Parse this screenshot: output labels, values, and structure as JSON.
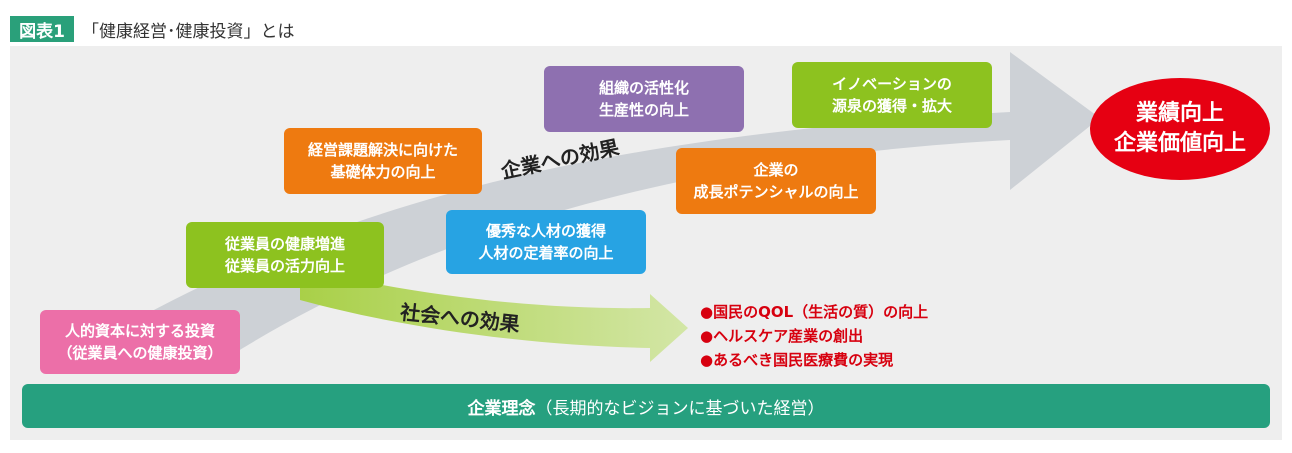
{
  "header": {
    "figure_label": "図表1",
    "title": "「健康経営･健康投資」とは"
  },
  "arrows": {
    "company_label": "企業への効果",
    "society_label": "社会への効果"
  },
  "boxes": {
    "investment": {
      "lines": [
        "人的資本に対する投資",
        "（従業員への健康投資）"
      ]
    },
    "employee_health": {
      "lines": [
        "従業員の健康増進",
        "従業員の活力向上"
      ]
    },
    "management_foundation": {
      "lines": [
        "経営課題解決に向けた",
        "基礎体力の向上"
      ]
    },
    "talent": {
      "lines": [
        "優秀な人材の獲得",
        "人材の定着率の向上"
      ]
    },
    "organization": {
      "lines": [
        "組織の活性化",
        "生産性の向上"
      ]
    },
    "growth_potential": {
      "lines": [
        "企業の",
        "成長ポテンシャルの向上"
      ]
    },
    "innovation": {
      "lines": [
        "イノベーションの",
        "源泉の獲得・拡大"
      ]
    }
  },
  "goal": {
    "lines": [
      "業績向上",
      "企業価値向上"
    ]
  },
  "social_effects": [
    "●国民のQOL（生活の質）の向上",
    "●ヘルスケア産業の創出",
    "●あるべき国民医療費の実現"
  ],
  "bottom_bar": {
    "bold": "企業理念",
    "rest": "（長期的なビジョンに基づいた経営）"
  },
  "colors": {
    "label_bg": "#2aa07a",
    "pink": "#ec6fa8",
    "green": "#8dc21f",
    "orange": "#ee7a10",
    "blue": "#27a3e3",
    "purple": "#8e70b0",
    "red": "#e60012",
    "teal": "#26a07f",
    "gray_arrow": "#cdd1d6",
    "green_arrow": "#c3dd80",
    "social_text": "#d7000f"
  }
}
